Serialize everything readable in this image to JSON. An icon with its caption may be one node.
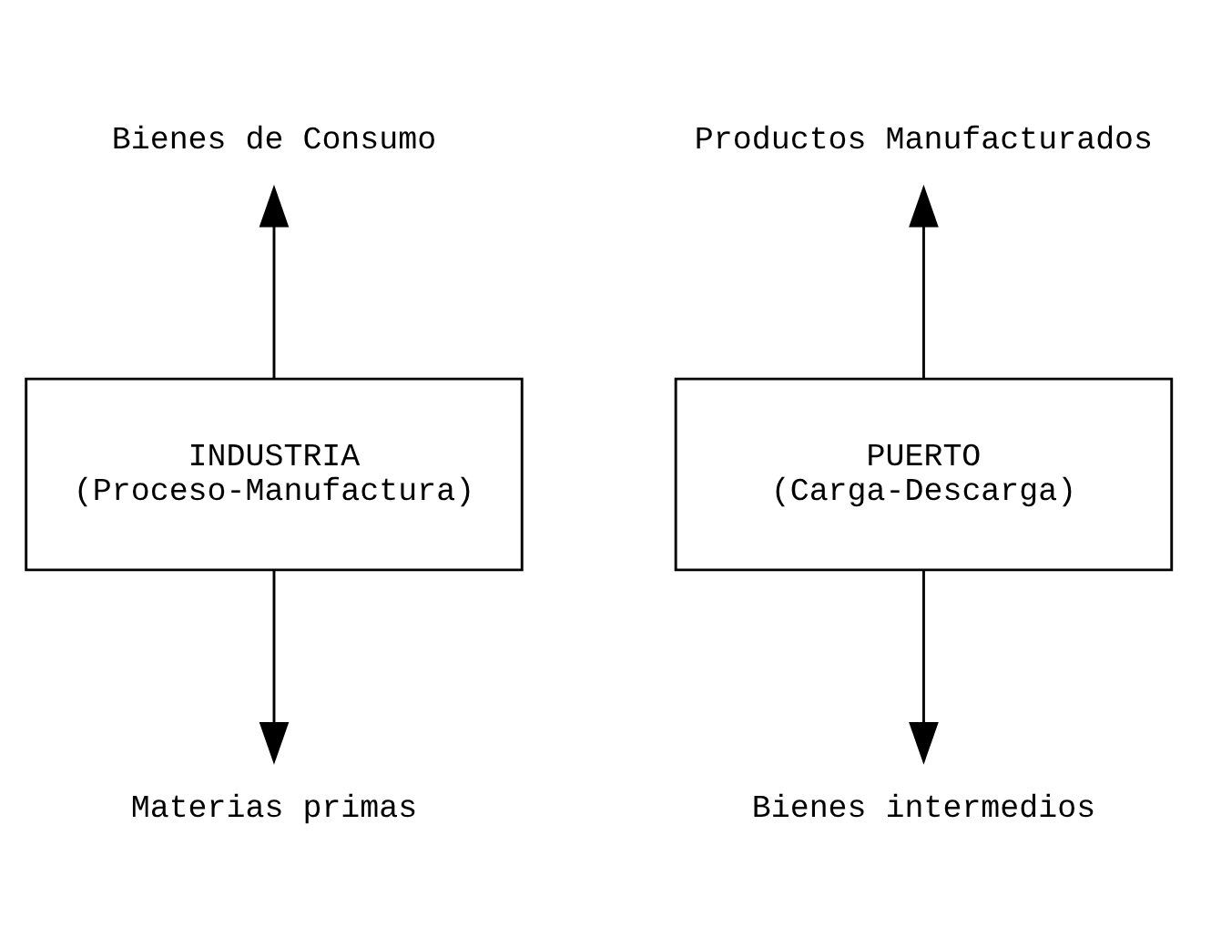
{
  "diagram": {
    "nodes": [
      {
        "text": [
          "INDUSTRIA",
          "(Proceso-Manufactura)"
        ]
      },
      {
        "text": [
          "PUERTO",
          "(Carga-Descarga)"
        ]
      },
      {
        "text": [
          "Bienes de Consumo"
        ]
      },
      {
        "text": [
          "Productos Manufacturados"
        ]
      },
      {
        "text": [
          "Materias primas"
        ]
      },
      {
        "text": [
          "Bienes intermedios"
        ]
      }
    ],
    "edges": [
      {
        "from": 0,
        "to": 2,
        "arrow": "to"
      },
      {
        "from": 1,
        "to": 3,
        "arrow": "to"
      },
      {
        "from": 0,
        "to": 4,
        "arrow": "to"
      },
      {
        "from": 1,
        "to": 5,
        "arrow": "to"
      }
    ]
  }
}
